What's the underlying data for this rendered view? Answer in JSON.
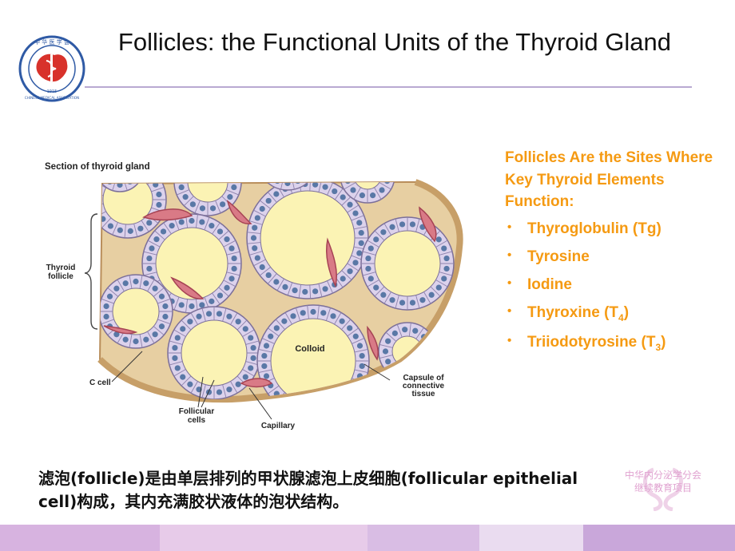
{
  "title": "Follicles: the Functional Units of the Thyroid Gland",
  "logo": {
    "ring_text_top": "中 华 医 学 会",
    "ring_text_bottom": "CHINESE MEDICAL ASSOCIATION",
    "year": "1915"
  },
  "diagram": {
    "section_label": "Section of thyroid gland",
    "follicle_label": "Thyroid follicle",
    "colloid_label": "Colloid",
    "c_cell_label": "C cell",
    "follicular_cells_label": "Follicular cells",
    "capillary_label": "Capillary",
    "capsule_label": "Capsule of connective tissue"
  },
  "panel": {
    "heading": "Follicles Are the Sites Where Key Thyroid Elements Function:",
    "bullets": [
      {
        "text": "Thyroglobulin (Tg)",
        "sub": ""
      },
      {
        "text": "Tyrosine",
        "sub": ""
      },
      {
        "text": "Iodine",
        "sub": ""
      },
      {
        "text": "Thyroxine (T",
        "sub": "4",
        "tail": ")"
      },
      {
        "text": "Triiodotyrosine (T",
        "sub": "3",
        "tail": ")"
      }
    ]
  },
  "caption": "滤泡(follicle)是由单层排列的甲状腺滤泡上皮细胞(follicular epithelial cell)构成，其内充满胶状液体的泡状结构。",
  "watermark": {
    "line1": "中华内分泌学分会",
    "line2": "继续教育项目"
  },
  "colors": {
    "accent": "#f59a12",
    "rule": "#b9a9d2",
    "colloid": "#fbf3b4",
    "cell": "#dcd2ec",
    "nucleus": "#5978a6",
    "connective": "#e7cfa2",
    "capillary": "#d97a86"
  },
  "footer_colors": [
    "#d7b3e0",
    "#e7cbe9",
    "#d9bde4",
    "#eadcf0",
    "#c9a7da"
  ]
}
